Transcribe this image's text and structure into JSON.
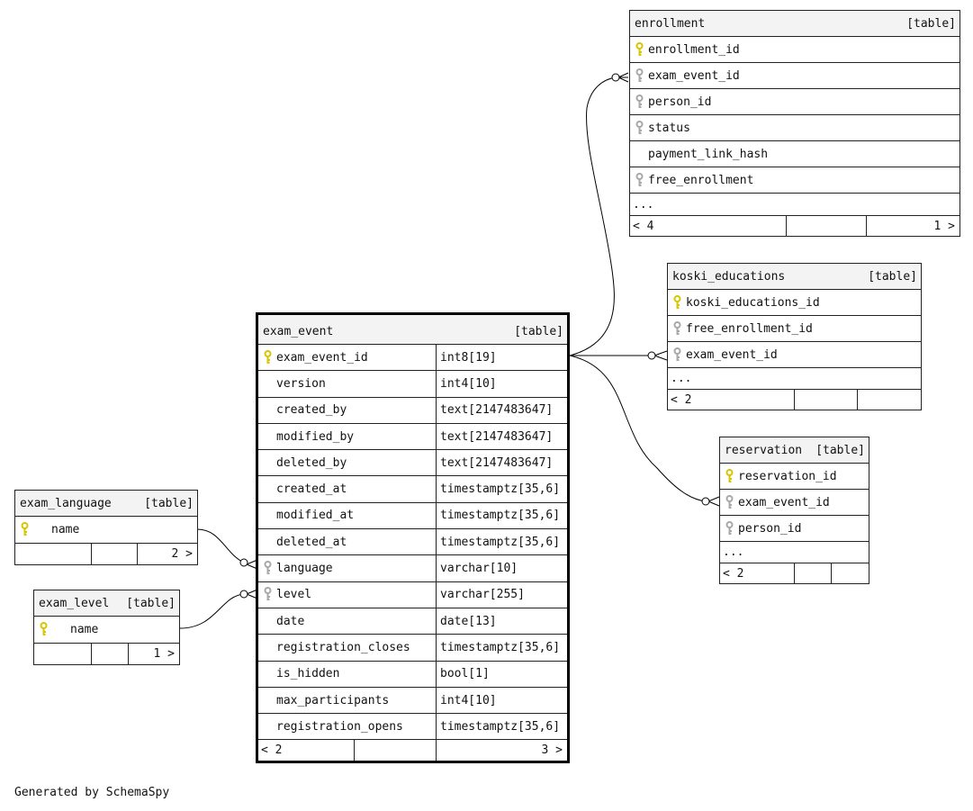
{
  "credit": "Generated by SchemaSpy",
  "tables": {
    "enrollment": {
      "name": "enrollment",
      "tag": "[table]",
      "columns": [
        {
          "name": "enrollment_id",
          "key": "primary"
        },
        {
          "name": "exam_event_id",
          "key": "foreign"
        },
        {
          "name": "person_id",
          "key": "foreign"
        },
        {
          "name": "status",
          "key": "foreign"
        },
        {
          "name": "payment_link_hash",
          "key": "none"
        },
        {
          "name": "free_enrollment",
          "key": "foreign"
        }
      ],
      "more": "...",
      "footer": {
        "left": "< 4",
        "right": "1 >"
      }
    },
    "koski_educations": {
      "name": "koski_educations",
      "tag": "[table]",
      "columns": [
        {
          "name": "koski_educations_id",
          "key": "primary"
        },
        {
          "name": "free_enrollment_id",
          "key": "foreign"
        },
        {
          "name": "exam_event_id",
          "key": "foreign"
        }
      ],
      "more": "...",
      "footer": {
        "left": "< 2",
        "right": ""
      }
    },
    "reservation": {
      "name": "reservation",
      "tag": "[table]",
      "columns": [
        {
          "name": "reservation_id",
          "key": "primary"
        },
        {
          "name": "exam_event_id",
          "key": "foreign"
        },
        {
          "name": "person_id",
          "key": "foreign"
        }
      ],
      "more": "...",
      "footer": {
        "left": "< 2",
        "right": ""
      }
    },
    "exam_event": {
      "name": "exam_event",
      "tag": "[table]",
      "columns": [
        {
          "name": "exam_event_id",
          "type": "int8[19]",
          "key": "primary"
        },
        {
          "name": "version",
          "type": "int4[10]",
          "key": "none"
        },
        {
          "name": "created_by",
          "type": "text[2147483647]",
          "key": "none"
        },
        {
          "name": "modified_by",
          "type": "text[2147483647]",
          "key": "none"
        },
        {
          "name": "deleted_by",
          "type": "text[2147483647]",
          "key": "none"
        },
        {
          "name": "created_at",
          "type": "timestamptz[35,6]",
          "key": "none"
        },
        {
          "name": "modified_at",
          "type": "timestamptz[35,6]",
          "key": "none"
        },
        {
          "name": "deleted_at",
          "type": "timestamptz[35,6]",
          "key": "none"
        },
        {
          "name": "language",
          "type": "varchar[10]",
          "key": "foreign"
        },
        {
          "name": "level",
          "type": "varchar[255]",
          "key": "foreign"
        },
        {
          "name": "date",
          "type": "date[13]",
          "key": "none"
        },
        {
          "name": "registration_closes",
          "type": "timestamptz[35,6]",
          "key": "none"
        },
        {
          "name": "is_hidden",
          "type": "bool[1]",
          "key": "none"
        },
        {
          "name": "max_participants",
          "type": "int4[10]",
          "key": "none"
        },
        {
          "name": "registration_opens",
          "type": "timestamptz[35,6]",
          "key": "none"
        }
      ],
      "footer": {
        "left": "< 2",
        "right": "3 >"
      }
    },
    "exam_language": {
      "name": "exam_language",
      "tag": "[table]",
      "columns": [
        {
          "name": "name",
          "key": "primary"
        }
      ],
      "footer": {
        "left": "",
        "right": "2 >"
      }
    },
    "exam_level": {
      "name": "exam_level",
      "tag": "[table]",
      "columns": [
        {
          "name": "name",
          "key": "primary"
        }
      ],
      "footer": {
        "left": "",
        "right": "1 >"
      }
    }
  },
  "colors": {
    "primary_key": "#d8c400",
    "foreign_key": "#a8a8a8",
    "line": "#000000",
    "header_bg": "#f3f3f3"
  }
}
